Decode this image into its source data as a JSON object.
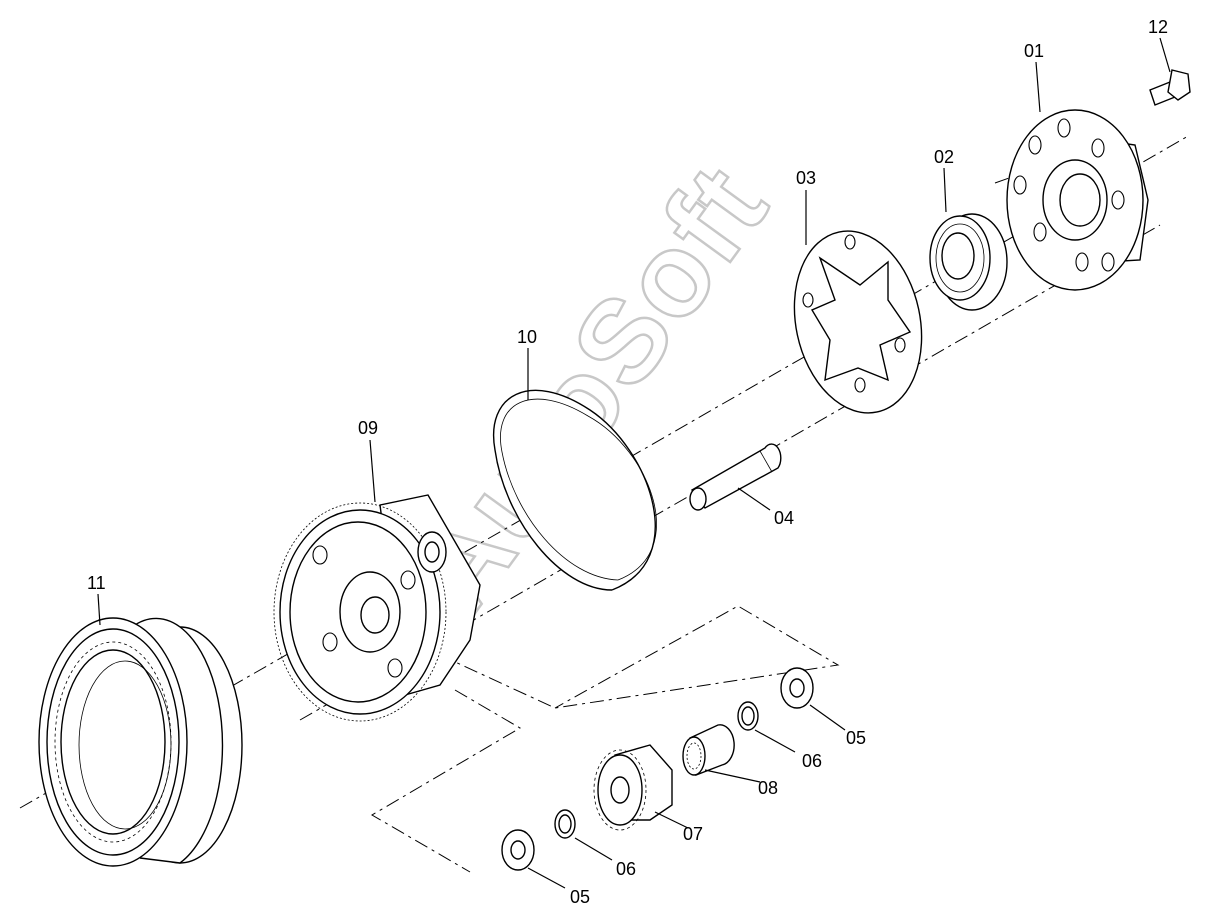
{
  "watermark": "AutoSoft",
  "callouts": {
    "p01": "01",
    "p02": "02",
    "p03": "03",
    "p04": "04",
    "p05a": "05",
    "p05b": "05",
    "p06a": "06",
    "p06b": "06",
    "p07": "07",
    "p08": "08",
    "p09": "09",
    "p10": "10",
    "p11": "11",
    "p12": "12"
  }
}
